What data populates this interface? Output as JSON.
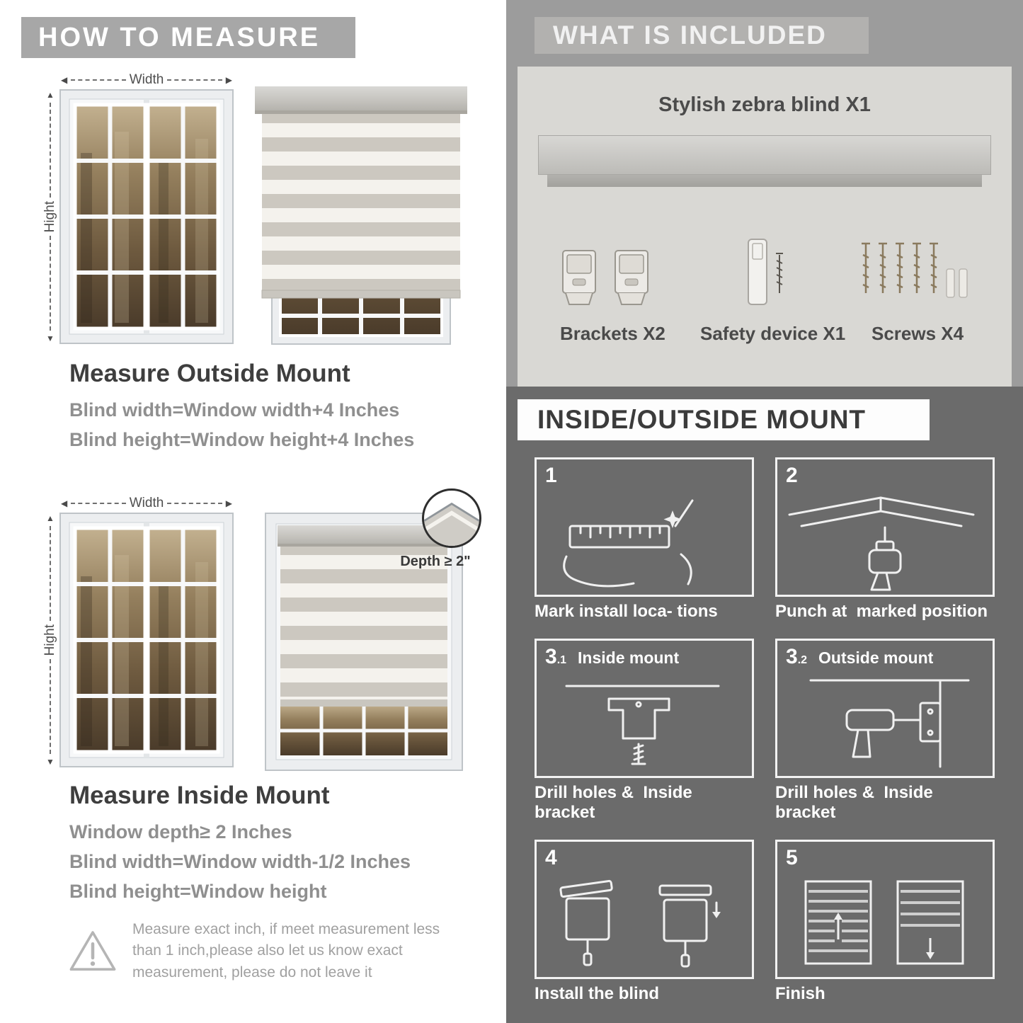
{
  "left": {
    "header": "HOW TO MEASURE",
    "outside": {
      "width_label": "Width",
      "height_label": "Hight",
      "title": "Measure Outside Mount",
      "line1": "Blind width=Window width+4 Inches",
      "line2": "Blind height=Window height+4 Inches"
    },
    "inside": {
      "width_label": "Width",
      "height_label": "Hight",
      "depth_label": "Depth ≥ 2\"",
      "title": "Measure Inside Mount",
      "line1": "Window depth≥ 2 Inches",
      "line2": "Blind width=Window width-1/2 Inches",
      "line3": "Blind height=Window height"
    },
    "note": "Measure exact inch, if meet measurement less than 1 inch,please also let us know exact measurement, please do not leave it"
  },
  "included": {
    "header": "WHAT IS INCLUDED",
    "blind_label": "Stylish zebra blind X1",
    "item1": "Brackets X2",
    "item2": "Safety device X1",
    "item3": "Screws X4"
  },
  "mount": {
    "header": "INSIDE/OUTSIDE MOUNT",
    "steps": [
      {
        "num": "1",
        "title": "",
        "caption": "Mark install loca- tions"
      },
      {
        "num": "2",
        "title": "",
        "caption": "Punch at  marked position"
      },
      {
        "num": "3",
        "sub": ".1",
        "title": "Inside mount",
        "caption": "Drill holes &  Inside bracket"
      },
      {
        "num": "3",
        "sub": ".2",
        "title": "Outside mount",
        "caption": "Drill holes &  Inside bracket"
      },
      {
        "num": "4",
        "title": "",
        "caption": "Install the blind"
      },
      {
        "num": "5",
        "title": "",
        "caption": "Finish"
      }
    ]
  }
}
